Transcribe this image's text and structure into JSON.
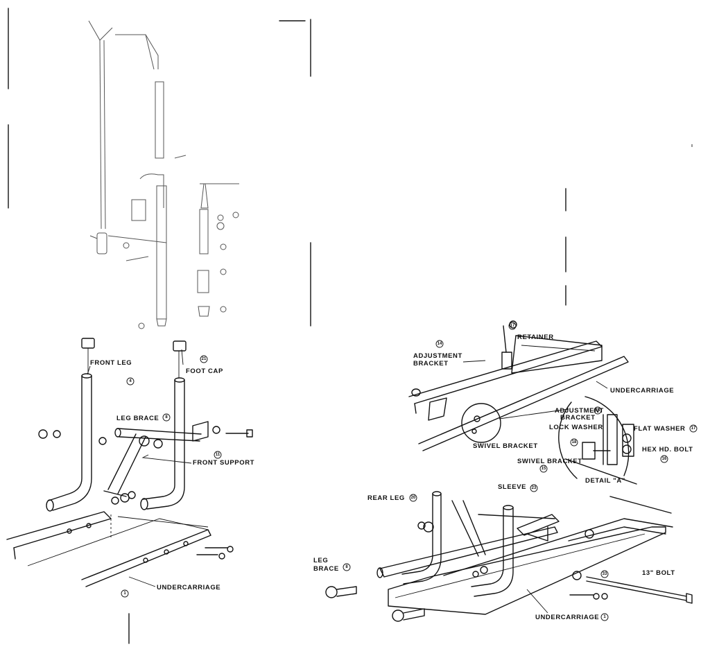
{
  "labels": {
    "front_leg": "FRONT LEG",
    "foot_cap": "FOOT CAP",
    "leg_brace_top": "LEG BRACE",
    "front_support": "FRONT SUPPORT",
    "undercarriage_left": "UNDERCARRIAGE",
    "retainer": "RETAINER",
    "adjustment_bracket_1": "ADJUSTMENT",
    "adjustment_bracket_2": "BRACKET",
    "undercarriage_right": "UNDERCARRIAGE",
    "detail_adjustment_1": "ADJUSTMENT",
    "detail_adjustment_2": "BRACKET",
    "lock_washer": "LOCK WASHER",
    "flat_washer": "FLAT WASHER",
    "hex_hd_bolt": "HEX HD. BOLT",
    "swivel_bracket_1": "SWIVEL BRACKET",
    "swivel_bracket_2": "SWIVEL BRACKET",
    "detail_a": "DETAIL \"A\"",
    "rear_leg": "REAR LEG",
    "sleeve": "SLEEVE",
    "leg_brace_1": "LEG",
    "leg_brace_2": "BRACE",
    "bolt_13": "13\" BOLT",
    "undercarriage_bottom": "UNDERCARRIAGE"
  },
  "callouts": {
    "front_leg_ref": "4",
    "foot_cap_ref": "21",
    "leg_brace_ref": "8",
    "front_support_ref": "11",
    "undercarriage_ref": "1",
    "retainer_ref": "17",
    "adjustment_bracket_ref": "14",
    "flat_washer_ref": "17",
    "hex_bolt_ref": "16",
    "swivel_bracket_ref": "15",
    "rear_leg_ref": "20",
    "sleeve_ref": "23",
    "leg_brace_left_ref": "8",
    "bolt_13_ref": "33",
    "undercarriage_bottom_ref": "1",
    "lock_washer_ref": "18",
    "detail_adj_ref": "14"
  }
}
